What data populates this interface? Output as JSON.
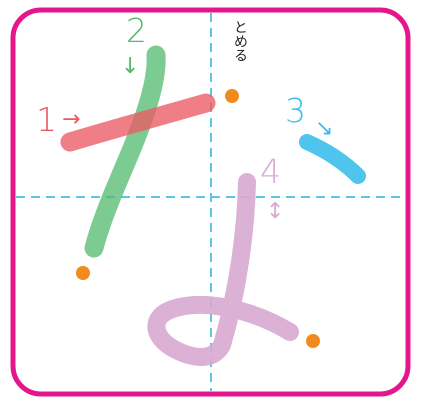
{
  "character": "な",
  "colors": {
    "frame": "#e5168c",
    "guide": "#5cc6e6",
    "dot": "#f08c1e",
    "stroke1": "#eb5a64",
    "stroke2": "#50b96e",
    "stroke3": "#3cbeeb",
    "stroke4": "#d7aad2",
    "note": "#222222"
  },
  "strokes": [
    {
      "number": "1",
      "arrow": "→",
      "color_key": "stroke1"
    },
    {
      "number": "2",
      "arrow": "↓",
      "color_key": "stroke2"
    },
    {
      "number": "3",
      "arrow": "↘",
      "color_key": "stroke3"
    },
    {
      "number": "4",
      "arrow": "↕",
      "color_key": "stroke4"
    }
  ],
  "annotation": {
    "tome_ru": "とめる"
  }
}
